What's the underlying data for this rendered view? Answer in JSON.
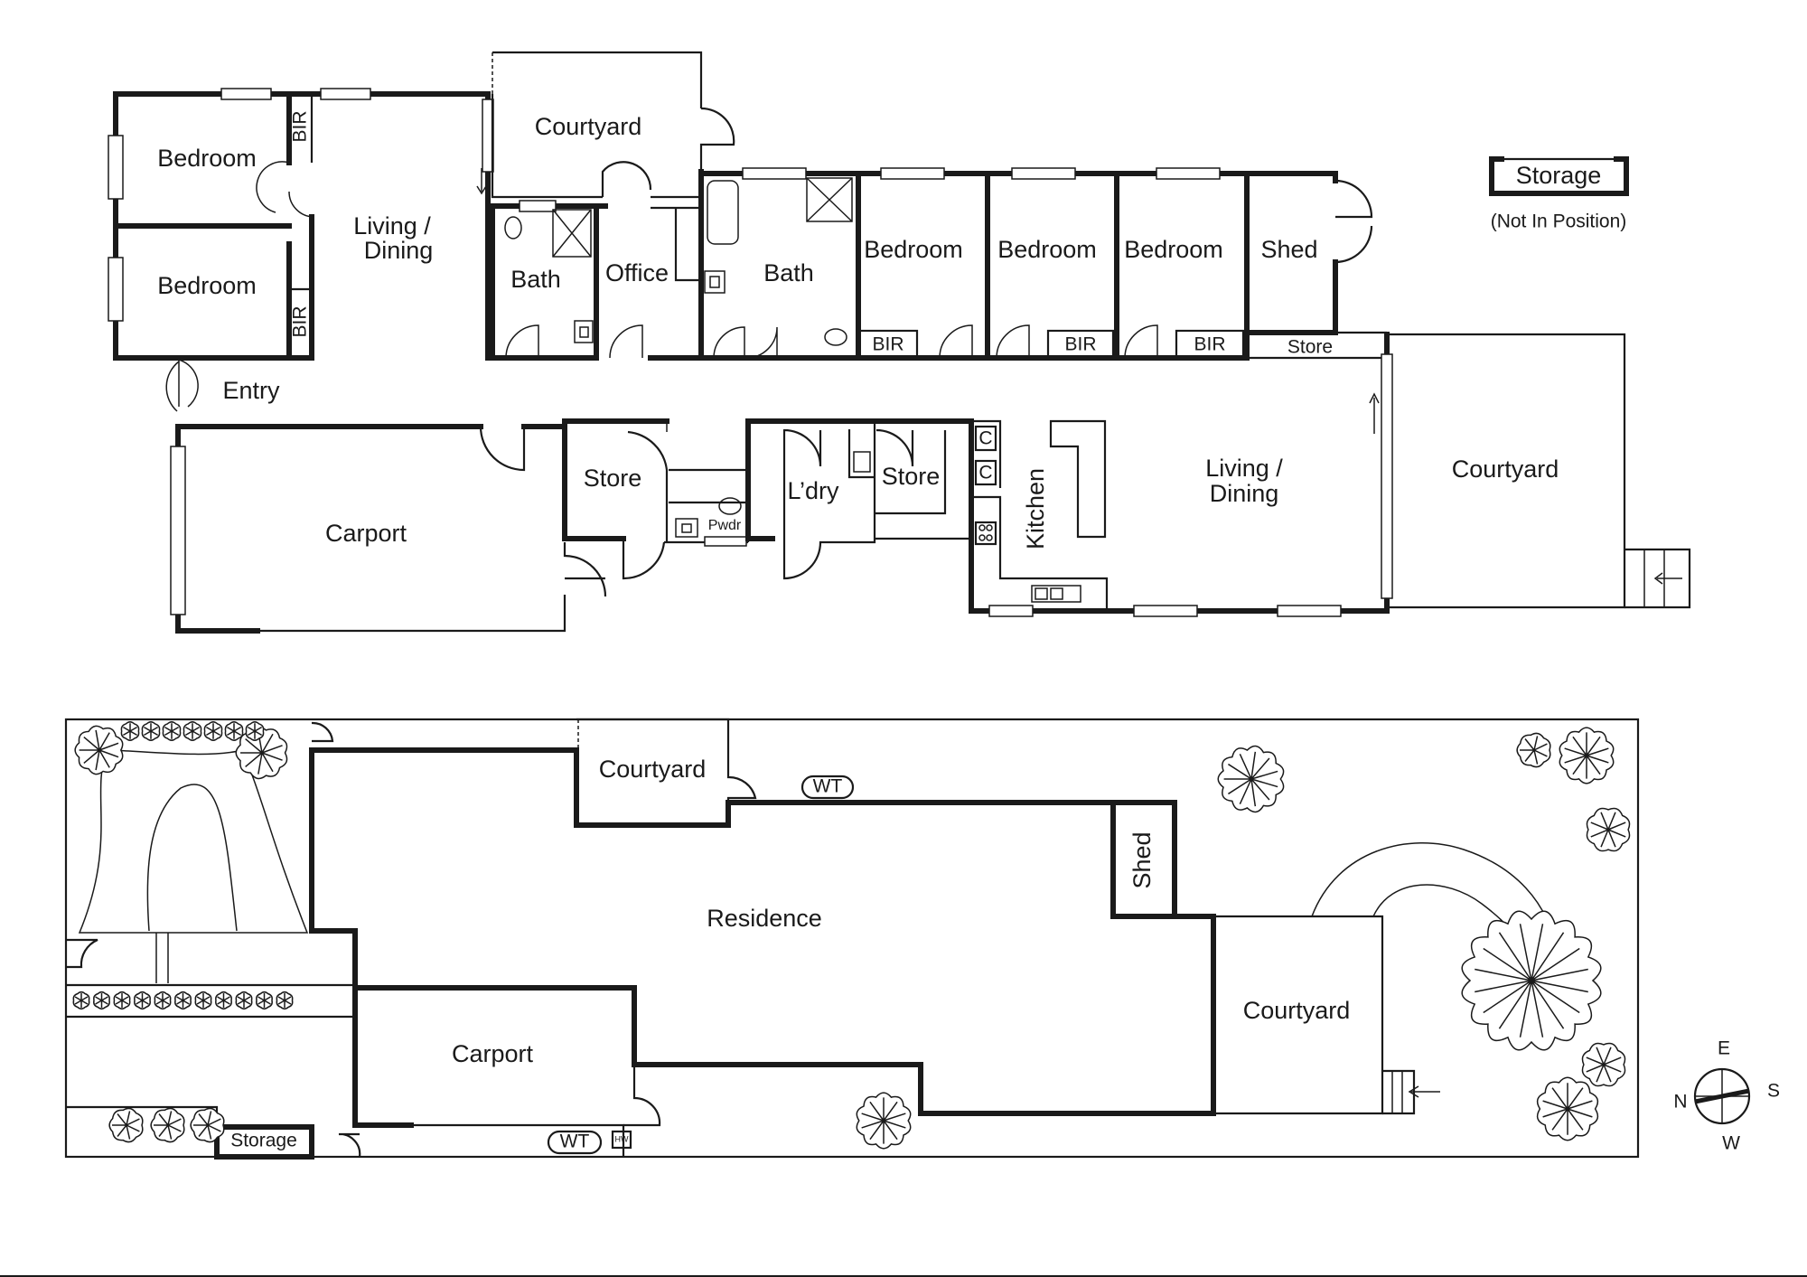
{
  "floor_plan": {
    "labels": {
      "courtyard_north": "Courtyard",
      "bedroom_1": "Bedroom",
      "bedroom_2": "Bedroom",
      "bir_1": "BIR",
      "bir_2": "BIR",
      "living_dining_1_line1": "Living /",
      "living_dining_1_line2": "Dining",
      "bath_1": "Bath",
      "office": "Office",
      "bath_2": "Bath",
      "bedroom_3": "Bedroom",
      "bedroom_4": "Bedroom",
      "bedroom_5": "Bedroom",
      "bir_3": "BIR",
      "bir_4": "BIR",
      "bir_5": "BIR",
      "shed": "Shed",
      "store_east": "Store",
      "entry": "Entry",
      "carport": "Carport",
      "store_1": "Store",
      "pwdr": "Pwdr",
      "laundry": "L’dry",
      "store_2": "Store",
      "kitchen": "Kitchen",
      "cupboard_1": "C",
      "cupboard_2": "C",
      "living_dining_2_line1": "Living /",
      "living_dining_2_line2": "Dining",
      "courtyard_south": "Courtyard"
    },
    "storage_legend": {
      "label": "Storage",
      "note": "(Not In Position)"
    }
  },
  "site_plan": {
    "labels": {
      "courtyard_north": "Courtyard",
      "water_tank_1": "WT",
      "shed": "Shed",
      "residence": "Residence",
      "carport": "Carport",
      "water_tank_2": "WT",
      "hot_water": "HW",
      "courtyard_south": "Courtyard",
      "storage": "Storage"
    }
  },
  "compass": {
    "north": "N",
    "east": "E",
    "south": "S",
    "west": "W"
  }
}
